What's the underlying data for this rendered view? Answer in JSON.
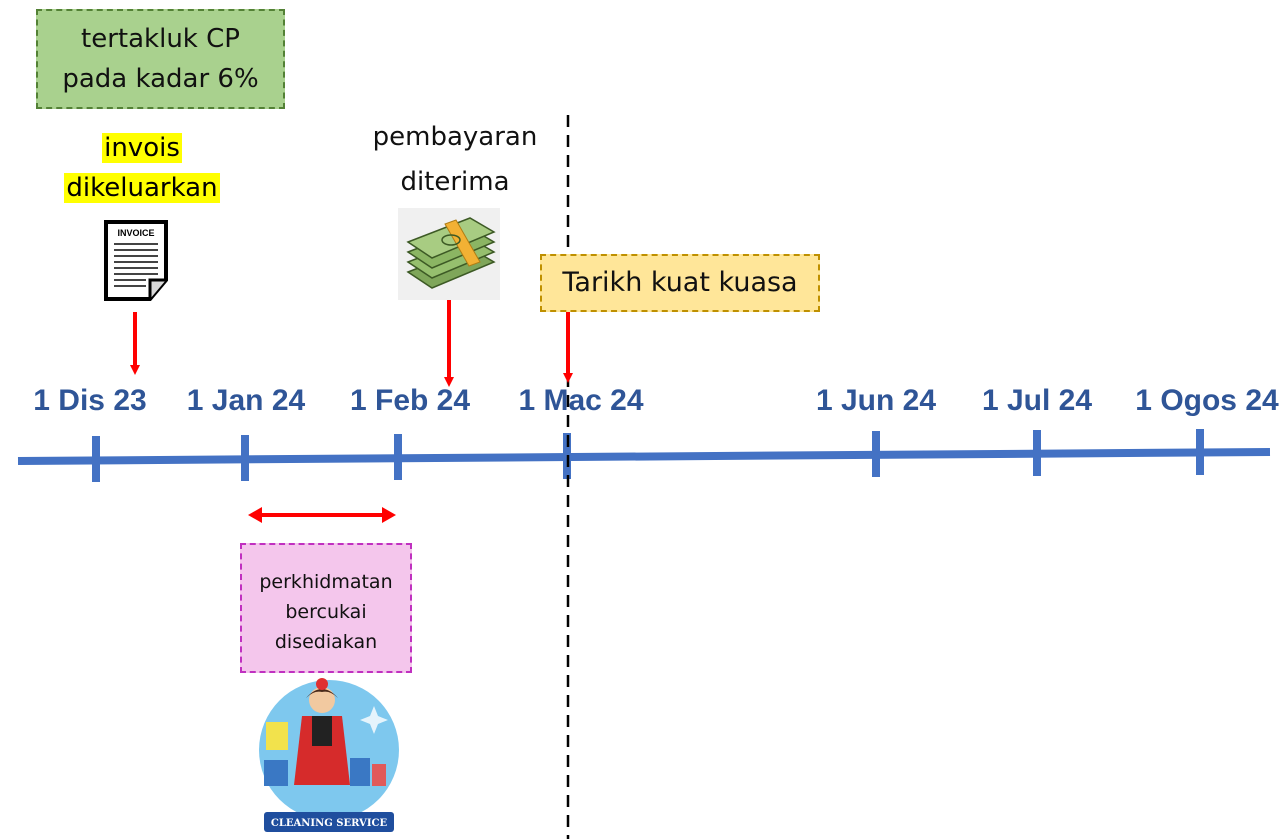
{
  "colors": {
    "axis": "#4472c4",
    "date_text": "#2f5597",
    "arrow": "#ff0000",
    "highlight": "#ffff00",
    "green_box": "#a9d18e",
    "yellow_box": "#ffe699",
    "pink_box": "#f4c6ec"
  },
  "taxable_box": {
    "line1": "tertakluk CP",
    "line2": "pada kadar 6%"
  },
  "invoice_label": {
    "line1": "invois",
    "line2": "dikeluarkan"
  },
  "invoice_icon_text": "INVOICE",
  "payment_label": {
    "line1": "pembayaran",
    "line2": "diterima"
  },
  "effective_box": {
    "text": "Tarikh kuat kuasa"
  },
  "service_box": {
    "line1": "perkhidmatan",
    "line2": "bercukai",
    "line3": "disediakan"
  },
  "cleaning_badge_text": "CLEANING SERVICE",
  "timeline": {
    "dates": [
      "1 Dis 23",
      "1 Jan 24",
      "1 Feb 24",
      "1 Mac 24",
      "1 Jun 24",
      "1 Jul 24",
      "1 Ogos 24"
    ]
  }
}
